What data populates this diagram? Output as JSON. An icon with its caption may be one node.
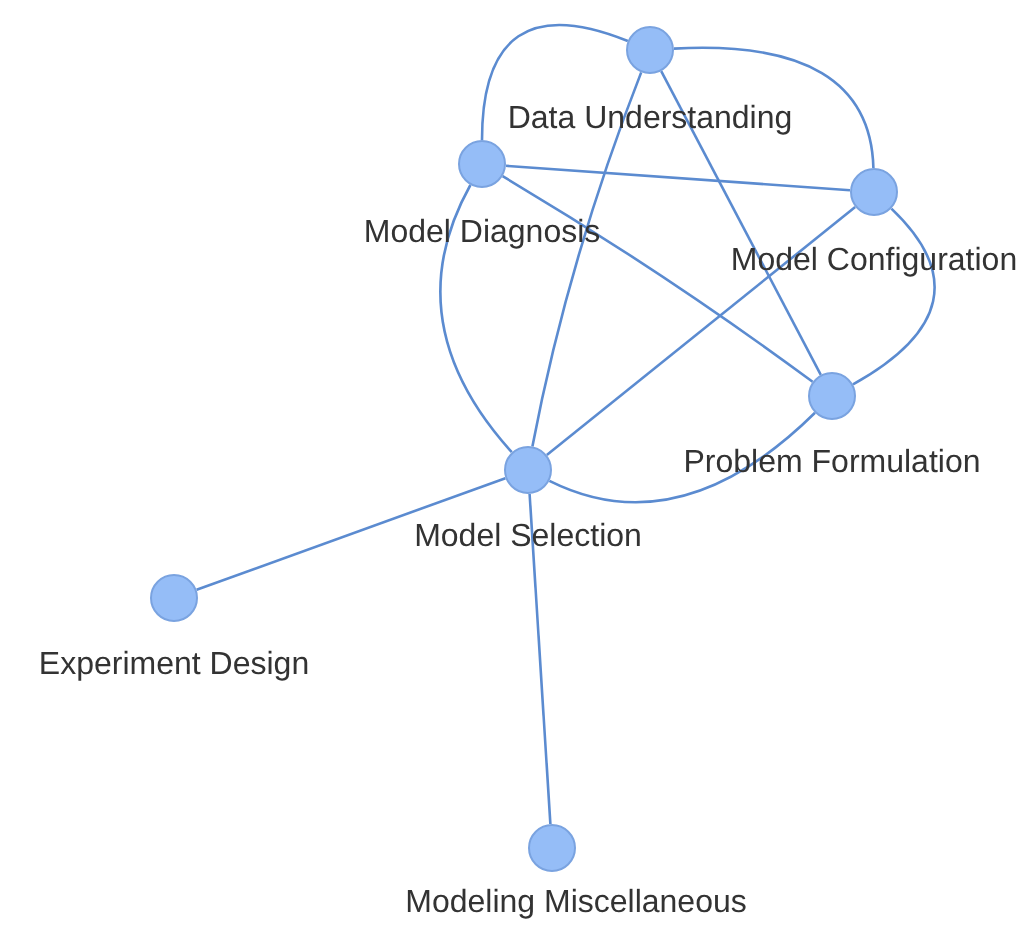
{
  "diagram": {
    "nodes": [
      {
        "text": [
          "Data Understanding"
        ]
      },
      {
        "text": [
          "Model Diagnosis"
        ]
      },
      {
        "text": [
          "Model Configuration"
        ]
      },
      {
        "text": [
          "Problem Formulation"
        ]
      },
      {
        "text": [
          "Model Selection"
        ]
      },
      {
        "text": [
          "Experiment Design"
        ]
      },
      {
        "text": [
          "Modeling Miscellaneous"
        ]
      }
    ],
    "edges": [
      {
        "from": 0,
        "to": 1,
        "arrow": "none"
      },
      {
        "from": 0,
        "to": 2,
        "arrow": "none"
      },
      {
        "from": 0,
        "to": 4,
        "arrow": "none"
      },
      {
        "from": 0,
        "to": 3,
        "arrow": "none"
      },
      {
        "from": 1,
        "to": 2,
        "arrow": "none"
      },
      {
        "from": 1,
        "to": 3,
        "arrow": "none"
      },
      {
        "from": 1,
        "to": 4,
        "arrow": "none"
      },
      {
        "from": 2,
        "to": 4,
        "arrow": "none"
      },
      {
        "from": 2,
        "to": 3,
        "arrow": "none"
      },
      {
        "from": 3,
        "to": 4,
        "arrow": "none"
      },
      {
        "from": 4,
        "to": 5,
        "arrow": "none"
      },
      {
        "from": 4,
        "to": 6,
        "arrow": "none"
      }
    ]
  }
}
